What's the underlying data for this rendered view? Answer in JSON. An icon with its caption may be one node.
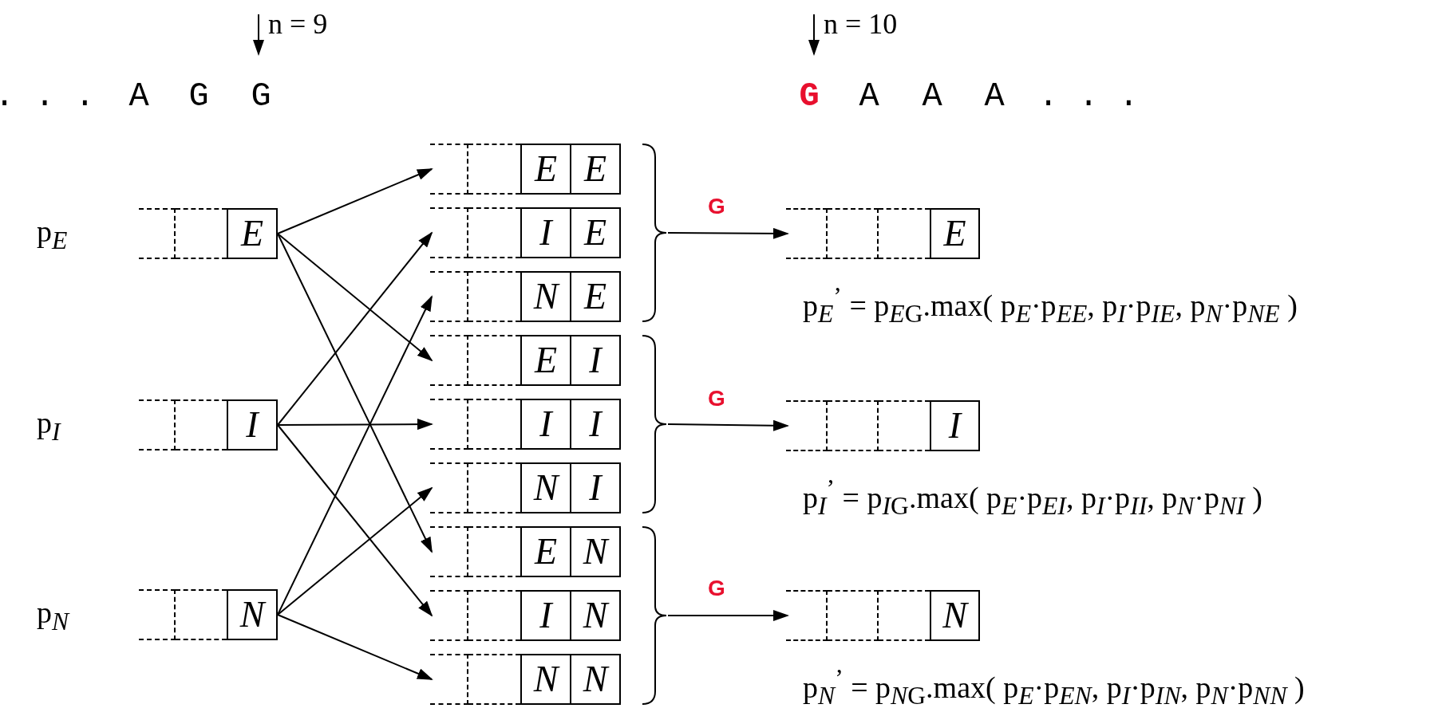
{
  "diagram": {
    "nodes": [
      {
        "text": [
          "E"
        ]
      },
      {
        "text": [
          "I"
        ]
      },
      {
        "text": [
          "N"
        ]
      },
      {
        "text": [
          "E",
          "E"
        ]
      },
      {
        "text": [
          "I",
          "E"
        ]
      },
      {
        "text": [
          "N",
          "E"
        ]
      },
      {
        "text": [
          "E",
          "I"
        ]
      },
      {
        "text": [
          "I",
          "I"
        ]
      },
      {
        "text": [
          "N",
          "I"
        ]
      },
      {
        "text": [
          "E",
          "N"
        ]
      },
      {
        "text": [
          "I",
          "N"
        ]
      },
      {
        "text": [
          "N",
          "N"
        ]
      },
      {
        "text": [
          "E"
        ],
        "beside": [
          "p$_{E}$$^{’}$ = p$_{E}$$_{G}$.max( p$_{E}$·p$_{EE}$, p$_{I}$·p$_{IE}$, p$_{N}$·p$_{NE}$ )"
        ]
      },
      {
        "text": [
          "I"
        ],
        "beside": [
          "p$_{I}$$^{’}$ = p$_{I}$$_{G}$.max( p$_{E}$·p$_{EI}$, p$_{I}$·p$_{II}$, p$_{N}$·p$_{NI}$ )"
        ]
      },
      {
        "text": [
          "N"
        ],
        "beside": [
          "p$_{N}$$^{’}$ = p$_{N}$$_{G}$.max( p$_{E}$·p$_{EN}$, p$_{I}$·p$_{IN}$, p$_{N}$·p$_{NN}$ )"
        ]
      },
      {
        "text": [],
        "shape": "brace"
      },
      {
        "text": [],
        "shape": "brace"
      },
      {
        "text": [],
        "shape": "brace"
      }
    ],
    "edges": [
      {
        "from": 0,
        "to": 3,
        "arrow": "to"
      },
      {
        "from": 0,
        "to": 6,
        "arrow": "to"
      },
      {
        "from": 0,
        "to": 9,
        "arrow": "to"
      },
      {
        "from": 1,
        "to": 4,
        "arrow": "to"
      },
      {
        "from": 1,
        "to": 7,
        "arrow": "to"
      },
      {
        "from": 1,
        "to": 10,
        "arrow": "to"
      },
      {
        "from": 2,
        "to": 5,
        "arrow": "to"
      },
      {
        "from": 2,
        "to": 8,
        "arrow": "to"
      },
      {
        "from": 2,
        "to": 11,
        "arrow": "to"
      },
      {
        "from": 15,
        "to": 12,
        "arrow": "to",
        "label": "G"
      },
      {
        "from": 16,
        "to": 13,
        "arrow": "to",
        "label": "G"
      },
      {
        "from": 17,
        "to": 14,
        "arrow": "to",
        "label": "G"
      }
    ],
    "labels": [
      "n = 9",
      "n = 10",
      ". . .",
      "A",
      "G",
      "G",
      "G",
      "A",
      "A",
      "A",
      ". . .",
      "p$_{E}$",
      "p$_{I}$",
      "p$_{N}$"
    ]
  }
}
